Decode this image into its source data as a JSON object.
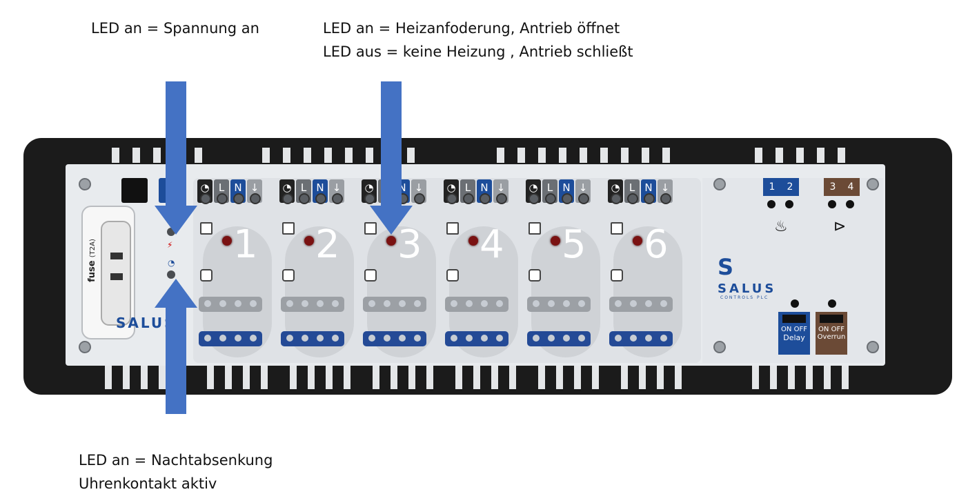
{
  "annotations": {
    "power_led": "LED an = Spannung an",
    "heat_led_on": "LED an = Heizanfoderung, Antrieb öffnet",
    "heat_led_off": "LED aus = keine Heizung , Antrieb schließt",
    "night_led_line1": "LED an = Nachtabsenkung",
    "night_led_line2": "Uhrenkontakt aktiv"
  },
  "device": {
    "fuse_label": "fuse",
    "fuse_rating": "(T2A)",
    "brand": "SALUS",
    "brand_sub": "CONTROLS PLC",
    "zones": [
      "1",
      "2",
      "3",
      "4",
      "5",
      "6"
    ],
    "terminal_labels": {
      "clock": "◔",
      "live": "L",
      "neutral": "N",
      "earth": "↓"
    },
    "boiler_terminals": [
      "1",
      "2"
    ],
    "pump_terminals": [
      "3",
      "4"
    ],
    "boiler_icon": "flame-icon",
    "pump_icon": "pump-icon",
    "delay_switch": {
      "on": "ON",
      "off": "OFF",
      "label": "Delay"
    },
    "overrun_switch": {
      "on": "ON",
      "off": "OFF",
      "label": "Overrun"
    }
  },
  "colors": {
    "arrow": "#4472c4",
    "housing": "#1b1b1b",
    "neutral_blue": "#1d4d9a",
    "led_red": "#7a1212",
    "pump_brown": "#6b4a36"
  }
}
